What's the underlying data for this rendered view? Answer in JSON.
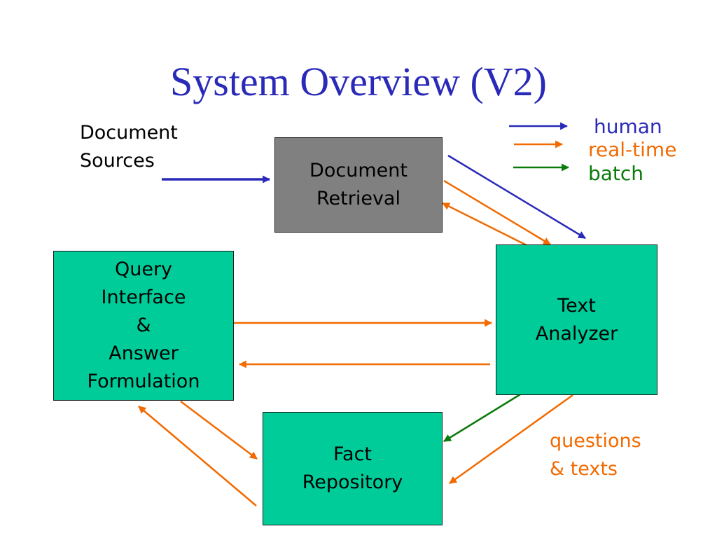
{
  "title": "System Overview (V2)",
  "sources_label": "Document\nSources",
  "nodes": {
    "retrieval": "Document\nRetrieval",
    "query": "Query\nInterface\n&\nAnswer\nFormulation",
    "analyzer": "Text\nAnalyzer",
    "repository": "Fact\nRepository"
  },
  "legend": [
    {
      "label": "human",
      "color": "#2a2ab8"
    },
    {
      "label": "real-time",
      "color": "#f26a00"
    },
    {
      "label": "batch",
      "color": "#0a7a0a"
    }
  ],
  "annotation": "questions\n& texts",
  "colors": {
    "human": "#2a2ab8",
    "realtime": "#f26a00",
    "batch": "#0a7a0a",
    "box_gray": "#808080",
    "box_green": "#00cc99"
  }
}
